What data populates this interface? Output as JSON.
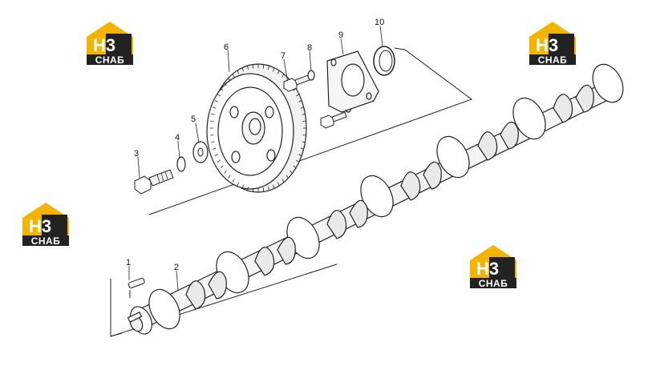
{
  "callouts": [
    {
      "id": "1",
      "label": "1"
    },
    {
      "id": "2",
      "label": "2"
    },
    {
      "id": "3",
      "label": "3"
    },
    {
      "id": "4",
      "label": "4"
    },
    {
      "id": "5",
      "label": "5"
    },
    {
      "id": "6",
      "label": "6"
    },
    {
      "id": "7",
      "label": "7"
    },
    {
      "id": "8",
      "label": "8"
    },
    {
      "id": "9",
      "label": "9"
    },
    {
      "id": "10",
      "label": "10"
    }
  ],
  "watermark": {
    "letters": "H3",
    "word": "СНАБ",
    "accent_color": "#f2b400",
    "dark_color": "#222222"
  }
}
